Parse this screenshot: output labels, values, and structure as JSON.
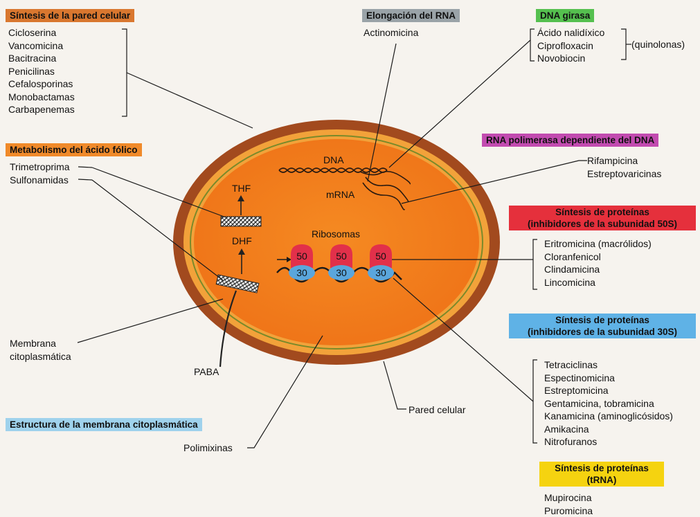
{
  "cell_wall": {
    "header": "Síntesis de la pared celular",
    "drugs": [
      "Cicloserina",
      "Vancomicina",
      "Bacitracina",
      "Penicilinas",
      "Cefalosporinas",
      "Monobactamas",
      "Carbapenemas"
    ]
  },
  "folic": {
    "header": "Metabolismo del ácido fólico",
    "drugs": [
      "Trimetroprima",
      "Sulfonamidas"
    ]
  },
  "rna_elong": {
    "header": "Elongación del RNA",
    "drugs": [
      "Actinomicina"
    ]
  },
  "dna_gyrase": {
    "header": "DNA girasa",
    "drugs": [
      "Ácido nalidíxico",
      "Ciprofloxacin",
      "Novobiocin"
    ],
    "group_label": "(quinolonas)"
  },
  "rna_pol": {
    "header": "RNA polimerasa dependiente del DNA",
    "drugs": [
      "Rifampicina",
      "Estreptovaricinas"
    ]
  },
  "prot50": {
    "header_line1": "Síntesis de proteínas",
    "header_line2": "(inhibidores de la subunidad 50S)",
    "drugs": [
      "Eritromicina (macrólidos)",
      "Cloranfenicol",
      "Clindamicina",
      "Lincomicina"
    ]
  },
  "prot30": {
    "header_line1": "Síntesis de proteínas",
    "header_line2": "(inhibidores de la subunidad 30S)",
    "drugs": [
      "Tetraciclinas",
      "Espectinomicina",
      "Estreptomicina",
      "Gentamicina, tobramicina",
      "Kanamicina (aminoglicósidos)",
      "Amikacina",
      "Nitrofuranos"
    ]
  },
  "trna": {
    "header_line1": "Síntesis de proteínas",
    "header_line2": "(tRNA)",
    "drugs": [
      "Mupirocina",
      "Puromicina"
    ]
  },
  "membrane_struct": {
    "header": "Estructura de la membrana citoplasmática",
    "drugs": [
      "Polimixinas"
    ]
  },
  "cell_labels": {
    "dna": "DNA",
    "mrna": "mRNA",
    "ribosomes": "Ribosomas",
    "thf": "THF",
    "dhf": "DHF",
    "paba": "PABA",
    "membrane": "Membrana citoplasmática",
    "wall": "Pared celular",
    "sub50": "50",
    "sub30": "30"
  },
  "colors": {
    "cell_wall_hdr": "#d9772f",
    "folic_hdr": "#f08a2a",
    "rna_elong_hdr": "#9aa3a8",
    "dna_gyrase_hdr": "#55c04f",
    "rna_pol_hdr": "#c24bb0",
    "prot50_hdr": "#e5303c",
    "prot30_hdr": "#5fb2e6",
    "trna_hdr": "#f5d310",
    "membrane_hdr": "#9fd2ec",
    "wall_outer": "#a24a1e",
    "periplasm": "#f2a23a",
    "cytoplasm": "#f27d1c",
    "membrane_line": "#7a8a2a",
    "ribo50": "#e2304a",
    "ribo30": "#5aa6dc"
  }
}
